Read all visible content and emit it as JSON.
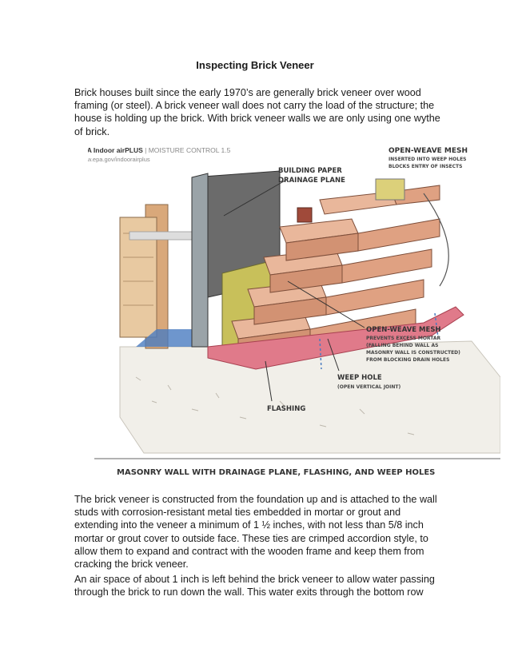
{
  "document": {
    "title": "Inspecting Brick Veneer",
    "paragraphs": [
      "Brick houses built since the early 1970’s are generally brick veneer over wood framing (or steel).  A brick veneer wall does not carry the load of the structure; the house is holding up the brick.  With brick veneer walls we are only using one wythe of brick.",
      "The brick veneer is constructed from the foundation up and is attached to the wall studs with corrosion-resistant metal ties embedded in mortar or grout and extending into the veneer a minimum of 1 ½ inches, with not less than 5/8 inch mortar or grout cover to outside face.  These ties are crimped accordion style, to allow them to expand and contract with the wooden frame and keep them from cracking the brick veneer.",
      "An air space of about 1 inch is left behind the brick veneer to allow water passing through the brick to run down the wall.  This water exits through the bottom row"
    ]
  },
  "figure": {
    "source_name": "EPA Indoor airPLUS",
    "source_section": "MOISTURE CONTROL 1.5",
    "source_url": "www.epa.gov/indoorairplus",
    "label_building_paper_1": "BUILDING PAPER",
    "label_building_paper_2": "DRAINAGE PLANE",
    "label_mesh_top_title": "OPEN-WEAVE MESH",
    "label_mesh_top_1": "INSERTED INTO WEEP HOLES",
    "label_mesh_top_2": "BLOCKS ENTRY OF INSECTS",
    "label_mesh_mid_title": "OPEN-WEAVE MESH",
    "label_mesh_mid_1": "PREVENTS EXCESS MORTAR",
    "label_mesh_mid_2": "(FALLING BEHIND WALL AS",
    "label_mesh_mid_3": "MASONRY WALL IS CONSTRUCTED)",
    "label_mesh_mid_4": "FROM BLOCKING DRAIN HOLES",
    "label_weep_title": "WEEP HOLE",
    "label_weep_sub": "(OPEN VERTICAL JOINT)",
    "label_flashing": "FLASHING",
    "caption": "MASONRY WALL WITH DRAINAGE PLANE, FLASHING, AND WEEP HOLES"
  }
}
